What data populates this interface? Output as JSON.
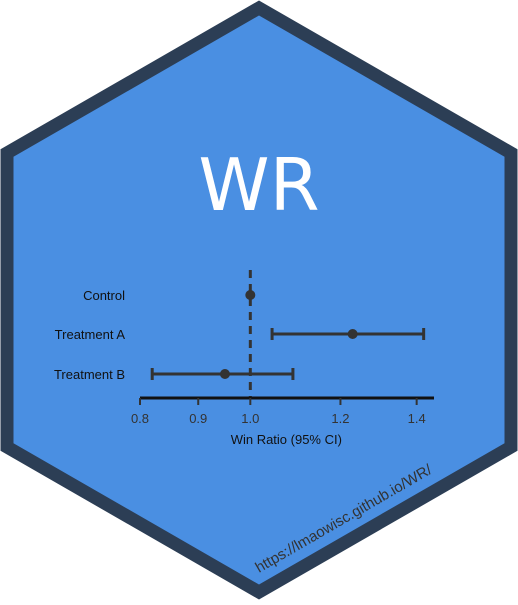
{
  "logo": {
    "title": "WR",
    "url": "https://lmaowisc.github.io/WR/",
    "colors": {
      "fill": "#4a8fe2",
      "border": "#2c3e55",
      "text": "#ffffff",
      "ink": "#333333"
    }
  },
  "chart_data": {
    "type": "forest",
    "categories": [
      "Control",
      "Treatment A",
      "Treatment B"
    ],
    "estimates": [
      1.0,
      1.23,
      0.95
    ],
    "ci_lower": [
      null,
      1.045,
      0.82
    ],
    "ci_upper": [
      null,
      1.42,
      1.09
    ],
    "reference_line": 1.0,
    "xlabel": "Win Ratio (95% CI)",
    "ylabel": "",
    "xticks": [
      "0.8",
      "0.9",
      "1.0",
      "1.2",
      "1.4"
    ],
    "x_scale": "log",
    "xlim": [
      0.8,
      1.45
    ],
    "grid": false
  }
}
